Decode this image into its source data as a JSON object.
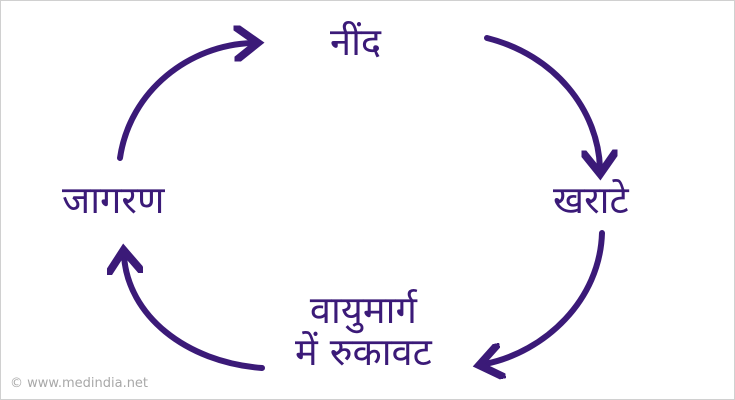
{
  "nodes": {
    "sleep": "नींद",
    "snoring": "खराटे",
    "obstruction_line1": "वायुमार्ग",
    "obstruction_line2": "में रुकावट",
    "awakening": "जागरण"
  },
  "watermark": "© www.medindia.net",
  "colors": {
    "accent": "#3b1a78"
  }
}
